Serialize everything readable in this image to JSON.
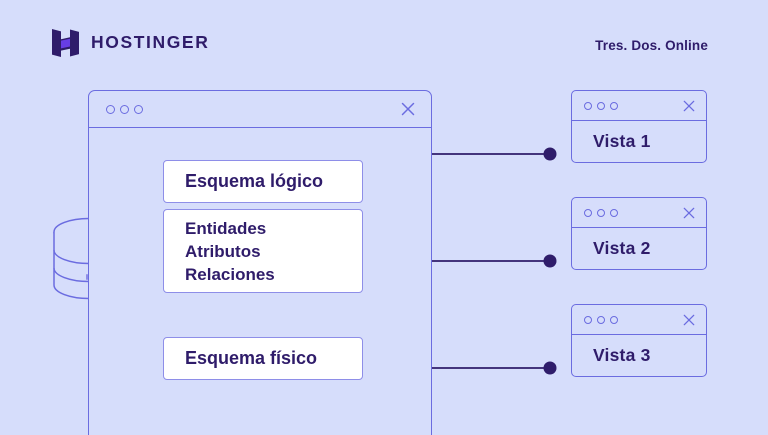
{
  "header": {
    "brand_name": "HOSTINGER",
    "brand_mark_icon": "hostinger-h-logo",
    "tagline": "Tres. Dos. Online"
  },
  "colors": {
    "background": "#d6ddfb",
    "stroke": "#6b6ce0",
    "text": "#2f1c6a",
    "card_fill": "#ffffff",
    "card_border": "#8e8ee8",
    "node_dot": "#2f1c6a"
  },
  "main_window": {
    "titlebar": {
      "dots_icon": "window-dots",
      "close_icon": "close-x-icon"
    },
    "cards": [
      {
        "id": "card-logico",
        "lines": [
          "Esquema lógico"
        ]
      },
      {
        "id": "card-entidades",
        "lines": [
          "Entidades",
          "Atributos",
          "Relaciones"
        ]
      },
      {
        "id": "card-fisico",
        "lines": [
          "Esquema físico"
        ]
      }
    ],
    "cycle_arrows": {
      "left_arrow_icon": "curved-arrow-down-icon",
      "right_arrow_icon": "curved-arrow-up-icon"
    }
  },
  "database_icon": {
    "icon": "database-cylinder-icon"
  },
  "vistas": [
    {
      "label": "Vista 1",
      "dots_icon": "window-dots",
      "close_icon": "close-x-icon"
    },
    {
      "label": "Vista 2",
      "dots_icon": "window-dots",
      "close_icon": "close-x-icon"
    },
    {
      "label": "Vista 3",
      "dots_icon": "window-dots",
      "close_icon": "close-x-icon"
    }
  ],
  "connectors": [
    {
      "name": "connector-vista-1"
    },
    {
      "name": "connector-vista-2"
    },
    {
      "name": "connector-vista-3"
    }
  ]
}
